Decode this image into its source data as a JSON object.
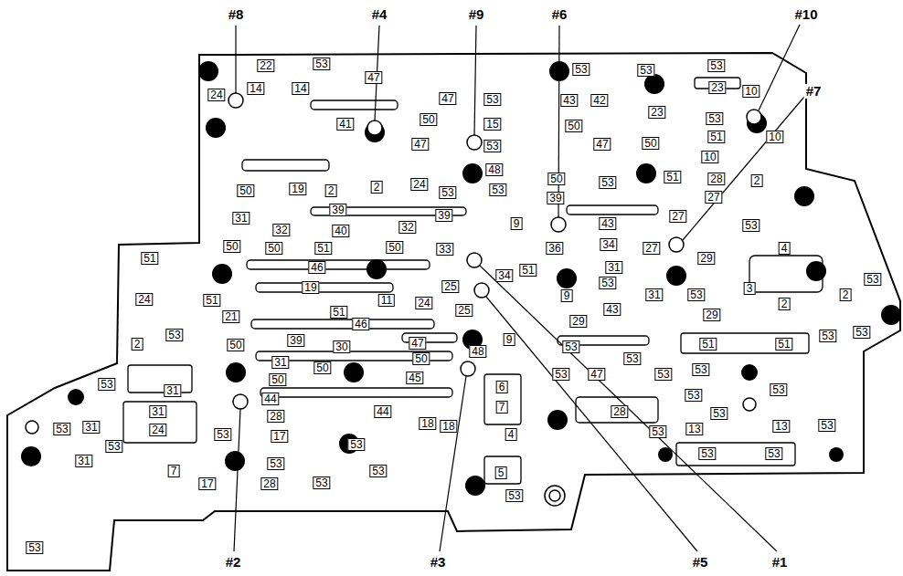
{
  "diagram": {
    "labels": [
      "#8",
      "#4",
      "#9",
      "#6",
      "#10",
      "#7",
      "#2",
      "#3",
      "#5",
      "#1",
      "53",
      "22",
      "47",
      "14",
      "14",
      "24",
      "41",
      "50",
      "47",
      "53",
      "15",
      "47",
      "53",
      "48",
      "53",
      "53",
      "43",
      "42",
      "53",
      "53",
      "23",
      "23",
      "53",
      "10",
      "10",
      "51",
      "10",
      "28",
      "27",
      "2",
      "50",
      "47",
      "50",
      "53",
      "50",
      "51",
      "39",
      "9",
      "36",
      "43",
      "27",
      "53",
      "34",
      "27",
      "29",
      "4",
      "31",
      "53",
      "53",
      "31",
      "3",
      "2",
      "2",
      "53",
      "53",
      "53",
      "43",
      "29",
      "29",
      "9",
      "34",
      "51",
      "25",
      "25",
      "50",
      "19",
      "2",
      "2",
      "24",
      "53",
      "31",
      "39",
      "39",
      "32",
      "40",
      "32",
      "50",
      "50",
      "51",
      "50",
      "33",
      "46",
      "51",
      "24",
      "51",
      "19",
      "11",
      "24",
      "21",
      "51",
      "46",
      "53",
      "2",
      "50",
      "39",
      "30",
      "47",
      "48",
      "9",
      "53",
      "53",
      "51",
      "51",
      "53",
      "47",
      "53",
      "31",
      "50",
      "50",
      "45",
      "50",
      "44",
      "44",
      "28",
      "17",
      "18",
      "18",
      "6",
      "7",
      "4",
      "5",
      "53",
      "28",
      "53",
      "53",
      "13",
      "13",
      "53",
      "53",
      "53",
      "53",
      "53",
      "53",
      "53",
      "53",
      "31",
      "53",
      "31",
      "31",
      "24",
      "53",
      "31",
      "7",
      "53",
      "17",
      "53",
      "28",
      "53",
      "53",
      "53"
    ]
  }
}
